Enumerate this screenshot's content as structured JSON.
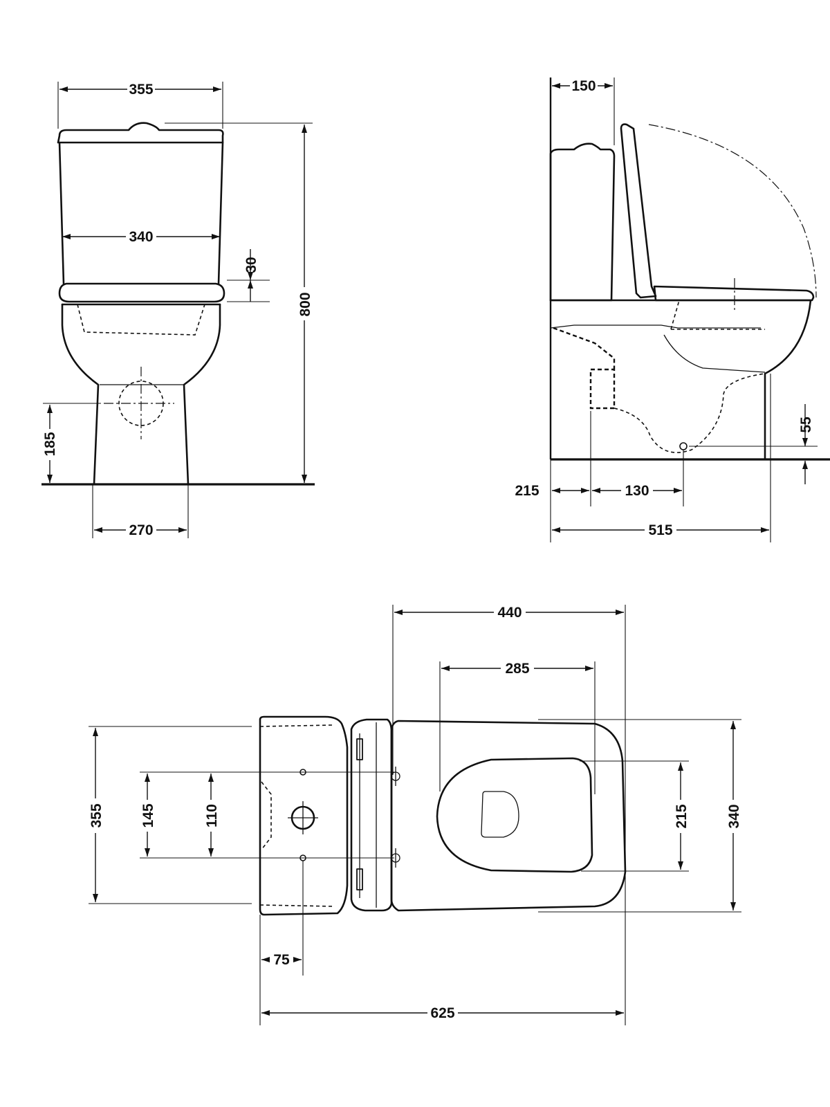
{
  "views": {
    "front": {
      "dims": {
        "tank_width": "355",
        "seat_width": "340",
        "seat_thickness": "30",
        "total_height": "800",
        "outlet_height": "185",
        "base_width": "270"
      }
    },
    "side": {
      "dims": {
        "wall_to_tank": "150",
        "outlet_height": "55",
        "wall_to_outlet": "215",
        "outlet_offset": "130",
        "total_depth": "515"
      }
    },
    "plan": {
      "dims": {
        "bowl_length": "440",
        "seat_opening_length": "285",
        "tank_depth": "355",
        "fixing_outer": "145",
        "fixing_inner": "110",
        "seat_opening_width": "215",
        "bowl_width": "340",
        "tank_offset": "75",
        "overall_length": "625"
      }
    }
  }
}
